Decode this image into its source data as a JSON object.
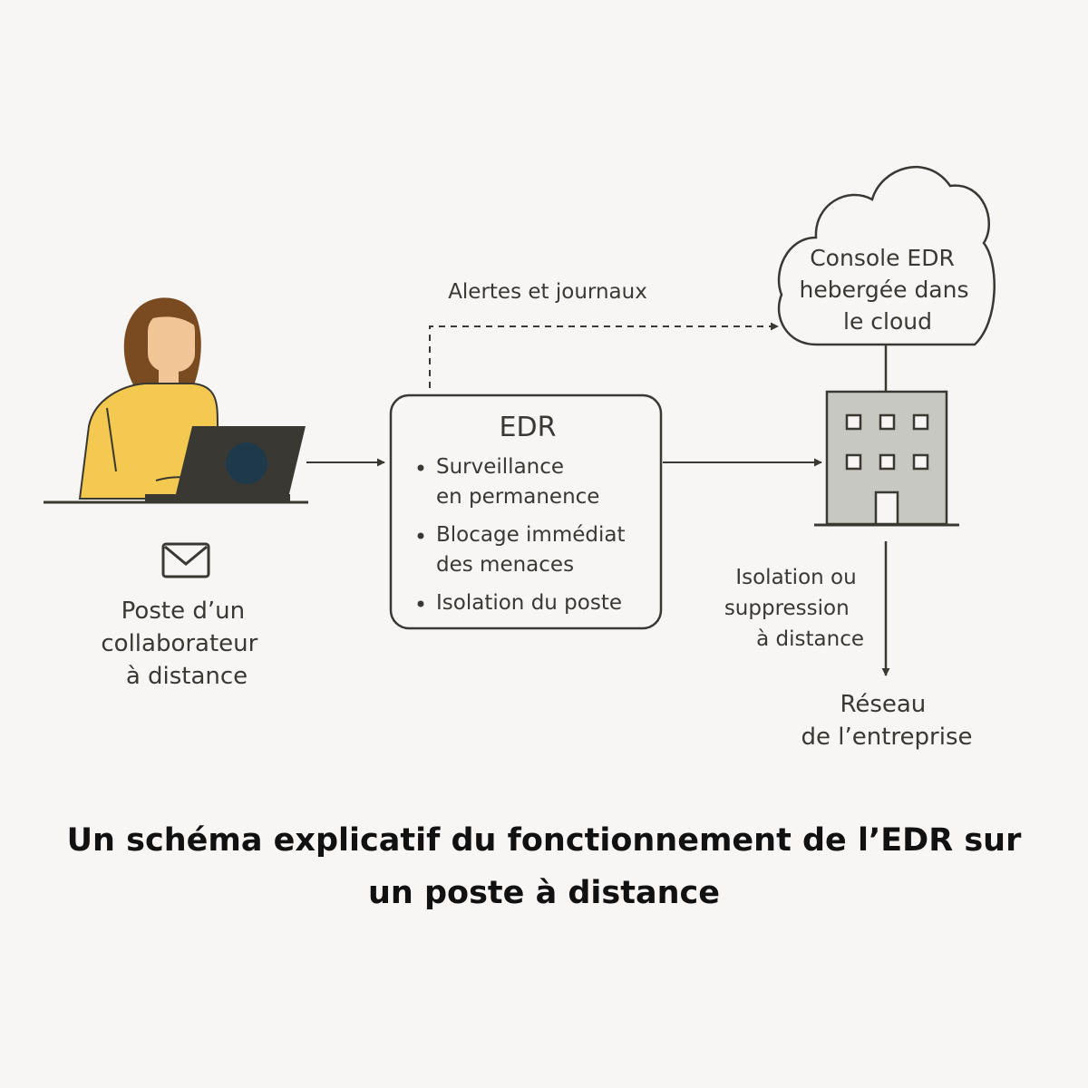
{
  "alerts_label": "Alertes et journaux",
  "edr_box": {
    "title": "EDR",
    "bullets": [
      [
        "Surveillance",
        "en permanence"
      ],
      [
        "Blocage immédiat",
        "des menaces"
      ],
      [
        "Isolation du poste"
      ]
    ]
  },
  "cloud": {
    "lines": [
      "Console EDR",
      "hebergée dans",
      "le cloud"
    ]
  },
  "remote_worker": {
    "lines": [
      "Poste d’un",
      "collaborateur",
      "à distance"
    ]
  },
  "isolation_label": {
    "lines": [
      "Isolation ou",
      "suppression",
      "à distance"
    ]
  },
  "network": {
    "lines": [
      "Réseau",
      "de l’entreprise"
    ]
  },
  "caption": {
    "line1": "Un schéma explicatif du fonctionnement de l’EDR sur",
    "line2": "un poste à distance"
  },
  "colors": {
    "background": "#f8f5f5",
    "stroke": "#3a3833",
    "sweater": "#f3c94f",
    "skin": "#f2c597",
    "hair": "#7a4a21",
    "laptop": "#3a3833",
    "laptop_logo": "#1e3a4a",
    "building": "#c8c8c3"
  },
  "icons": [
    "person-at-laptop-icon",
    "envelope-icon",
    "cloud-icon",
    "office-building-icon"
  ]
}
